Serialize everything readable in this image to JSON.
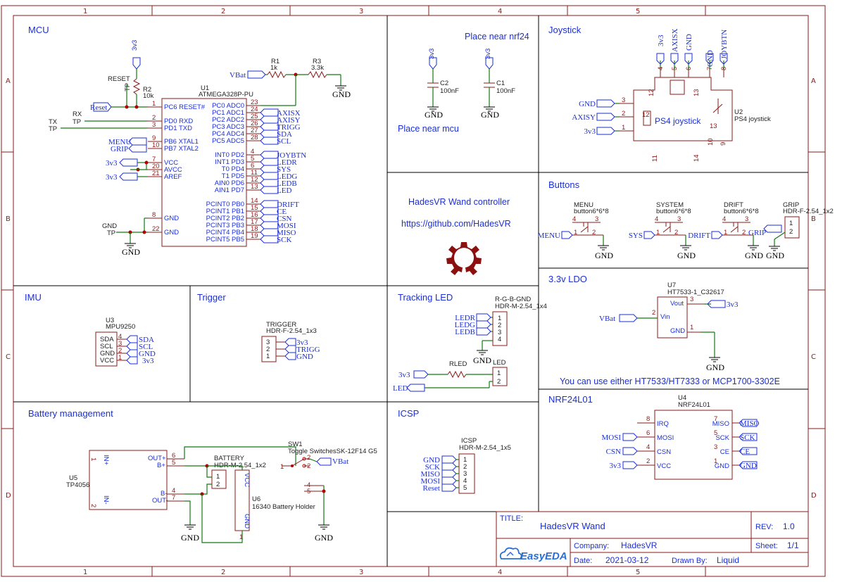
{
  "sections": {
    "mcu": "MCU",
    "joystick": "Joystick",
    "buttons": "Buttons",
    "ldo": "3.3v LDO",
    "imu": "IMU",
    "trigger": "Trigger",
    "tracking_led": "Tracking LED",
    "battery": "Battery management",
    "icsp": "ICSP",
    "nrf": "NRF24L01"
  },
  "notes": {
    "place_nrf": "Place near nrf24",
    "place_mcu": "Place near mcu",
    "ldo_note": "You can use either HT7533/HT7333 or MCP1700-3302E",
    "project_title": "HadesVR Wand controller",
    "project_url": "https://github.com/HadesVR"
  },
  "zone_cols": [
    "1",
    "2",
    "3",
    "4",
    "5"
  ],
  "zone_rows": [
    "A",
    "B",
    "C",
    "D"
  ],
  "u1": {
    "ref": "U1",
    "value": "ATMEGA328P-PU",
    "left_pins": [
      {
        "n": "1",
        "name": "PC6 RESET#"
      },
      {
        "n": "2",
        "name": "PD0 RXD"
      },
      {
        "n": "3",
        "name": "PD1 TXD"
      },
      {
        "n": "9",
        "name": "PB6 XTAL1"
      },
      {
        "n": "10",
        "name": "PB7 XTAL2"
      },
      {
        "n": "7",
        "name": "VCC"
      },
      {
        "n": "20",
        "name": "AVCC"
      },
      {
        "n": "21",
        "name": "AREF"
      },
      {
        "n": "8",
        "name": "GND"
      },
      {
        "n": "22",
        "name": "GND"
      }
    ],
    "right_pins": [
      {
        "n": "23",
        "name": "PC0 ADC0",
        "net": ""
      },
      {
        "n": "24",
        "name": "PC1 ADC1",
        "net": "AXISX"
      },
      {
        "n": "25",
        "name": "PC2 ADC2",
        "net": "AXISY"
      },
      {
        "n": "26",
        "name": "PC3 ADC3",
        "net": "TRIGG"
      },
      {
        "n": "27",
        "name": "PC4 ADC4",
        "net": "SDA"
      },
      {
        "n": "28",
        "name": "PC5 ADC5",
        "net": "SCL"
      },
      {
        "n": "4",
        "name": "INT0 PD2",
        "net": "JOYBTN"
      },
      {
        "n": "5",
        "name": "INT1 PD3",
        "net": "LEDR"
      },
      {
        "n": "6",
        "name": "T0 PD4",
        "net": "SYS"
      },
      {
        "n": "11",
        "name": "T1 PD5",
        "net": "LEDG"
      },
      {
        "n": "12",
        "name": "AIN0 PD6",
        "net": "LEDB"
      },
      {
        "n": "13",
        "name": "AIN1 PD7",
        "net": "LED"
      },
      {
        "n": "14",
        "name": "PCINT0 PB0",
        "net": "DRIFT"
      },
      {
        "n": "15",
        "name": "PCINT1 PB1",
        "net": "CE"
      },
      {
        "n": "16",
        "name": "PCINT2 PB2",
        "net": "CSN"
      },
      {
        "n": "17",
        "name": "PCINT3 PB3",
        "net": "MOSI"
      },
      {
        "n": "18",
        "name": "PCINT4 PB4",
        "net": "MISO"
      },
      {
        "n": "19",
        "name": "PCINT5 PB5",
        "net": "SCK"
      }
    ]
  },
  "mcu_labels": {
    "v3v3": "3v3",
    "vbat": "VBat",
    "r1": "R1",
    "r1v": "1k",
    "r3": "R3",
    "r3v": "3.3k",
    "gnd": "GND",
    "reset": "RESET",
    "tp": "TP",
    "r2": "R2",
    "r2v": "10k",
    "reset_net": "Reset",
    "rx": "RX",
    "tx": "TX",
    "menu": "MENU",
    "grip": "GRIP"
  },
  "caps": {
    "c2": "C2",
    "c1": "C1",
    "value": "100nF",
    "v3v3": "3v3",
    "gnd": "GND"
  },
  "joystick": {
    "top": [
      "3v3",
      "AXISX",
      "GND",
      "GND",
      "JOYBTN"
    ],
    "top_pins": [
      "4",
      "5",
      "6",
      "7",
      "8"
    ],
    "left": [
      "GND",
      "AXISY",
      "3v3"
    ],
    "left_pins": [
      "3",
      "2",
      "1"
    ],
    "inner": [
      "12",
      "13",
      "11",
      "14",
      "10",
      "9"
    ],
    "ref": "U2",
    "value": "PS4 joystick",
    "center": "PS4 joystick"
  },
  "buttons": [
    {
      "title": "MENU",
      "value": "button6*6*8",
      "net": "MENU"
    },
    {
      "title": "SYSTEM",
      "value": "button6*6*8",
      "net": "SYS"
    },
    {
      "title": "DRIFT",
      "value": "button6*6*8",
      "net": "DRIFT"
    }
  ],
  "grip": {
    "title": "GRIP",
    "value": "HDR-F-2.54_1x2",
    "net": "GRIP",
    "gnd": "GND"
  },
  "btn_pins": [
    "4",
    "3",
    "1",
    "2"
  ],
  "ldo": {
    "ref": "U7",
    "value": "HT7533-1_C32617",
    "vin": "Vin",
    "vout": "Vout",
    "gnd": "GND",
    "vbat": "VBat",
    "v3v3": "3v3",
    "p1": "1",
    "p2": "2",
    "p3": "3"
  },
  "imu": {
    "ref": "U3",
    "value": "MPU9250",
    "pins": [
      "SDA",
      "SCL",
      "GND",
      "VCC"
    ],
    "nums": [
      "4",
      "3",
      "2",
      "1"
    ],
    "nets": [
      "SDA",
      "SCL",
      "GND",
      "3v3"
    ]
  },
  "trigger": {
    "title": "TRIGGER",
    "value": "HDR-F-2.54_1x3",
    "nums": [
      "3",
      "2",
      "1"
    ],
    "nets": [
      "3v3",
      "TRIGG",
      "GND"
    ]
  },
  "tracking": {
    "conn_ref": "R-G-B-GND",
    "conn_val": "HDR-M-2.54_1x4",
    "nets": [
      "LEDR",
      "LEDG",
      "LEDB"
    ],
    "nums": [
      "1",
      "2",
      "3",
      "4"
    ],
    "rled": "RLED",
    "led": "LED",
    "v3v3": "3v3",
    "led_net": "LED",
    "gnd": "GND"
  },
  "battery": {
    "u5": "U5",
    "u5v": "TP4056",
    "in_plus": "IN+",
    "in_minus": "IN-",
    "out_plus": "OUT+",
    "b_plus": "B+",
    "b_minus": "B-",
    "out_minus": "OUT-",
    "p1": "1",
    "p2": "2",
    "p6": "6",
    "p5": "5",
    "p4": "4",
    "p7": "7",
    "batt": "BATTERY",
    "batt_val": "HDR-M-2.54_1x2",
    "u6": "U6",
    "u6v": "16340 Battery Holder",
    "vcc": "VCC",
    "gnd_pin": "GND",
    "sw": "SW1",
    "sw_val": "Toggle SwitchesSK-12F14 G5",
    "vbat": "VBat",
    "gnd": "GND"
  },
  "icsp": {
    "ref": "ICSP",
    "value": "HDR-M-2.54_1x5",
    "nets": [
      "GND",
      "SCK",
      "MISO",
      "MOSI",
      "Reset"
    ],
    "nums": [
      "1",
      "2",
      "3",
      "4",
      "5"
    ]
  },
  "nrf": {
    "ref": "U4",
    "value": "NRF24L01",
    "left": [
      {
        "n": "8",
        "name": "IRQ",
        "net": ""
      },
      {
        "n": "6",
        "name": "MOSI",
        "net": "MOSI"
      },
      {
        "n": "4",
        "name": "CSN",
        "net": "CSN"
      },
      {
        "n": "2",
        "name": "VCC",
        "net": "3v3"
      }
    ],
    "right": [
      {
        "n": "7",
        "name": "MISO",
        "net": "MISO"
      },
      {
        "n": "5",
        "name": "SCK",
        "net": "SCK"
      },
      {
        "n": "3",
        "name": "CE",
        "net": "CE"
      },
      {
        "n": "1",
        "name": "GND",
        "net": "GND"
      }
    ]
  },
  "title_block": {
    "title_label": "TITLE:",
    "title": "HadesVR Wand",
    "rev_label": "REV:",
    "rev": "1.0",
    "company_label": "Company:",
    "company": "HadesVR",
    "sheet_label": "Sheet:",
    "sheet": "1/1",
    "date_label": "Date:",
    "date": "2021-03-12",
    "drawn_label": "Drawn By:",
    "drawn": "Liquid",
    "logo": "EasyEDA"
  },
  "colors": {
    "frame": "#8b1a1a",
    "text": "#1b2fd6",
    "wire": "#137a13",
    "junction": "#b00000"
  }
}
